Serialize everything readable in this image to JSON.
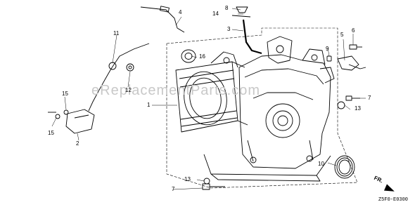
{
  "watermark": "eReplacementParts.com",
  "diagram_code": "Z5F0-E0300",
  "direction_label": "FR.",
  "callouts": {
    "c1": "1",
    "c2": "2",
    "c3": "3",
    "c4": "4",
    "c5": "5",
    "c6": "6",
    "c7a": "7",
    "c7b": "7",
    "c8": "8",
    "c9": "9",
    "c10": "10",
    "c11": "11",
    "c12": "12",
    "c13a": "13",
    "c13b": "13",
    "c14": "14",
    "c15a": "15",
    "c15b": "15",
    "c16": "16"
  }
}
